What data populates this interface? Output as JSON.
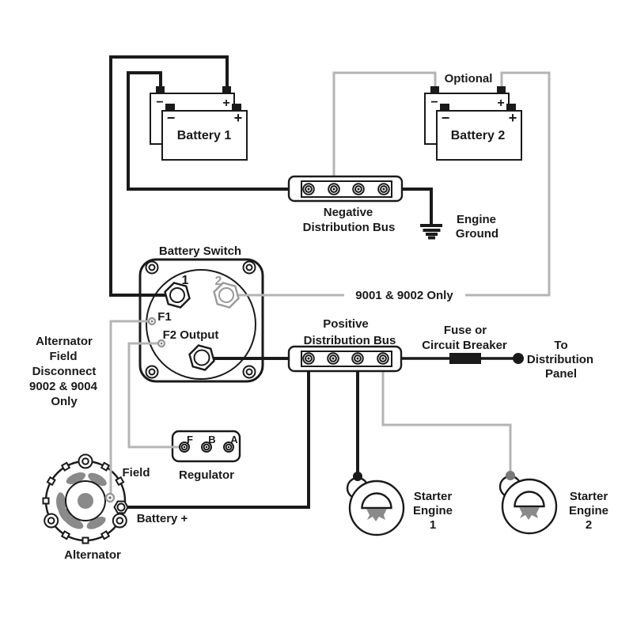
{
  "diagram": {
    "battery1": {
      "label": "Battery 1",
      "minus": "−",
      "plus": "+"
    },
    "battery2": {
      "label": "Battery 2",
      "minus": "−",
      "plus": "+"
    },
    "optional_note": "Optional",
    "negative_bus": {
      "line1": "Negative",
      "line2": "Distribution Bus"
    },
    "engine_ground": {
      "line1": "Engine",
      "line2": "Ground"
    },
    "battery_switch": {
      "title": "Battery Switch",
      "pos1": "1",
      "pos2": "2",
      "f1": "F1",
      "f2_output": "F2 Output"
    },
    "switch_note": "9001 & 9002 Only",
    "field_disconnect_note": {
      "line1": "Alternator",
      "line2": "Field",
      "line3": "Disconnect",
      "line4": "9002 & 9004",
      "line5": "Only"
    },
    "positive_bus": {
      "line1": "Positive",
      "line2": "Distribution Bus"
    },
    "fuse": {
      "line1": "Fuse or",
      "line2": "Circuit Breaker"
    },
    "distribution_panel": {
      "line1": "To",
      "line2": "Distribution",
      "line3": "Panel"
    },
    "regulator": {
      "title": "Regulator",
      "terminal_f": "F",
      "terminal_b": "B",
      "terminal_a": "A"
    },
    "alternator": {
      "label": "Alternator",
      "field_label": "Field",
      "battery_plus_label": "Battery +"
    },
    "starter1": {
      "line1": "Starter",
      "line2": "Engine",
      "line3": "1"
    },
    "starter2": {
      "line1": "Starter",
      "line2": "Engine",
      "line3": "2"
    }
  },
  "colors": {
    "wire_black": "#1a1a1a",
    "wire_gray": "#b4b4b4",
    "component_gray": "#9a9a9a",
    "fill_gray": "#8a8a8a",
    "gear_gray": "#787878",
    "text": "#1a1a1a",
    "background": "#ffffff"
  }
}
